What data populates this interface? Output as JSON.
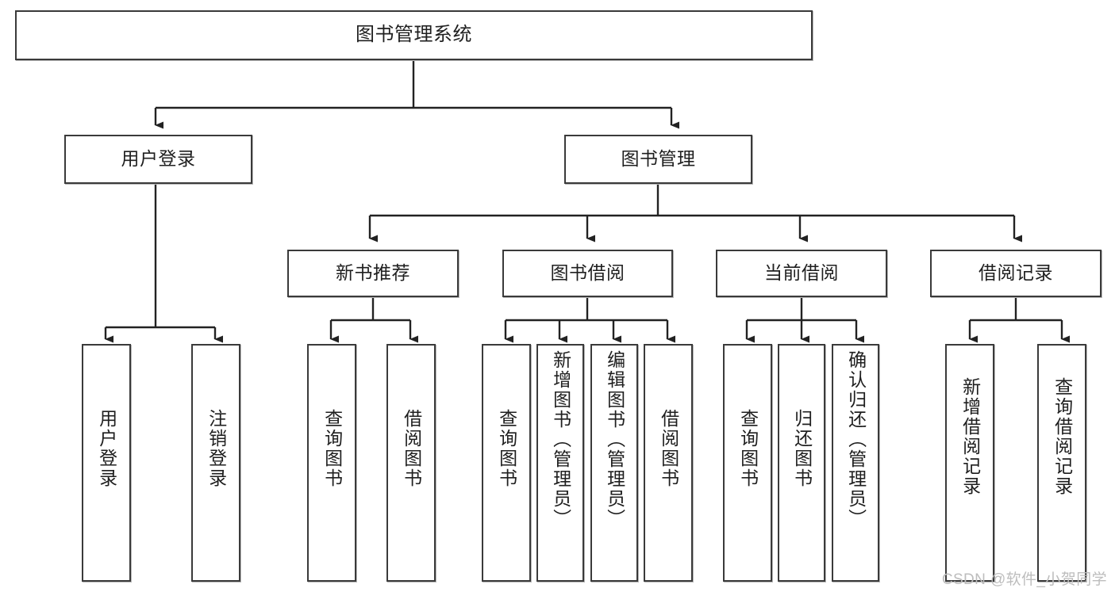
{
  "diagram": {
    "type": "tree-hierarchy",
    "title": "图书管理系统",
    "watermark": "CSDN @软件_小贺同学",
    "colors": {
      "box_border": "#3a3a3a",
      "box_fill": "#ffffff",
      "connector": "#222222",
      "watermark": "#bdbdbd"
    },
    "nodes": {
      "root": {
        "label": "图书管理系统",
        "level": 1
      },
      "l2": [
        {
          "label": "用户登录",
          "level": 2
        },
        {
          "label": "图书管理",
          "level": 2
        }
      ],
      "l3": [
        {
          "label": "新书推荐",
          "level": 3
        },
        {
          "label": "图书借阅",
          "level": 3
        },
        {
          "label": "当前借阅",
          "level": 3
        },
        {
          "label": "借阅记录",
          "level": 3
        }
      ],
      "leaves": [
        {
          "label": "用户登录",
          "parent": "用户登录"
        },
        {
          "label": "注销登录",
          "parent": "用户登录"
        },
        {
          "label": "查询图书",
          "parent": "新书推荐"
        },
        {
          "label": "借阅图书",
          "parent": "新书推荐"
        },
        {
          "label": "查询图书",
          "parent": "图书借阅"
        },
        {
          "label": "新增图书（管理员）",
          "parent": "图书借阅"
        },
        {
          "label": "编辑图书（管理员）",
          "parent": "图书借阅"
        },
        {
          "label": "借阅图书",
          "parent": "图书借阅"
        },
        {
          "label": "查询图书",
          "parent": "当前借阅"
        },
        {
          "label": "归还图书",
          "parent": "当前借阅"
        },
        {
          "label": "确认归还（管理员）",
          "parent": "当前借阅"
        },
        {
          "label": "新增借阅记录",
          "parent": "借阅记录"
        },
        {
          "label": "查询借阅记录",
          "parent": "借阅记录"
        }
      ]
    }
  }
}
